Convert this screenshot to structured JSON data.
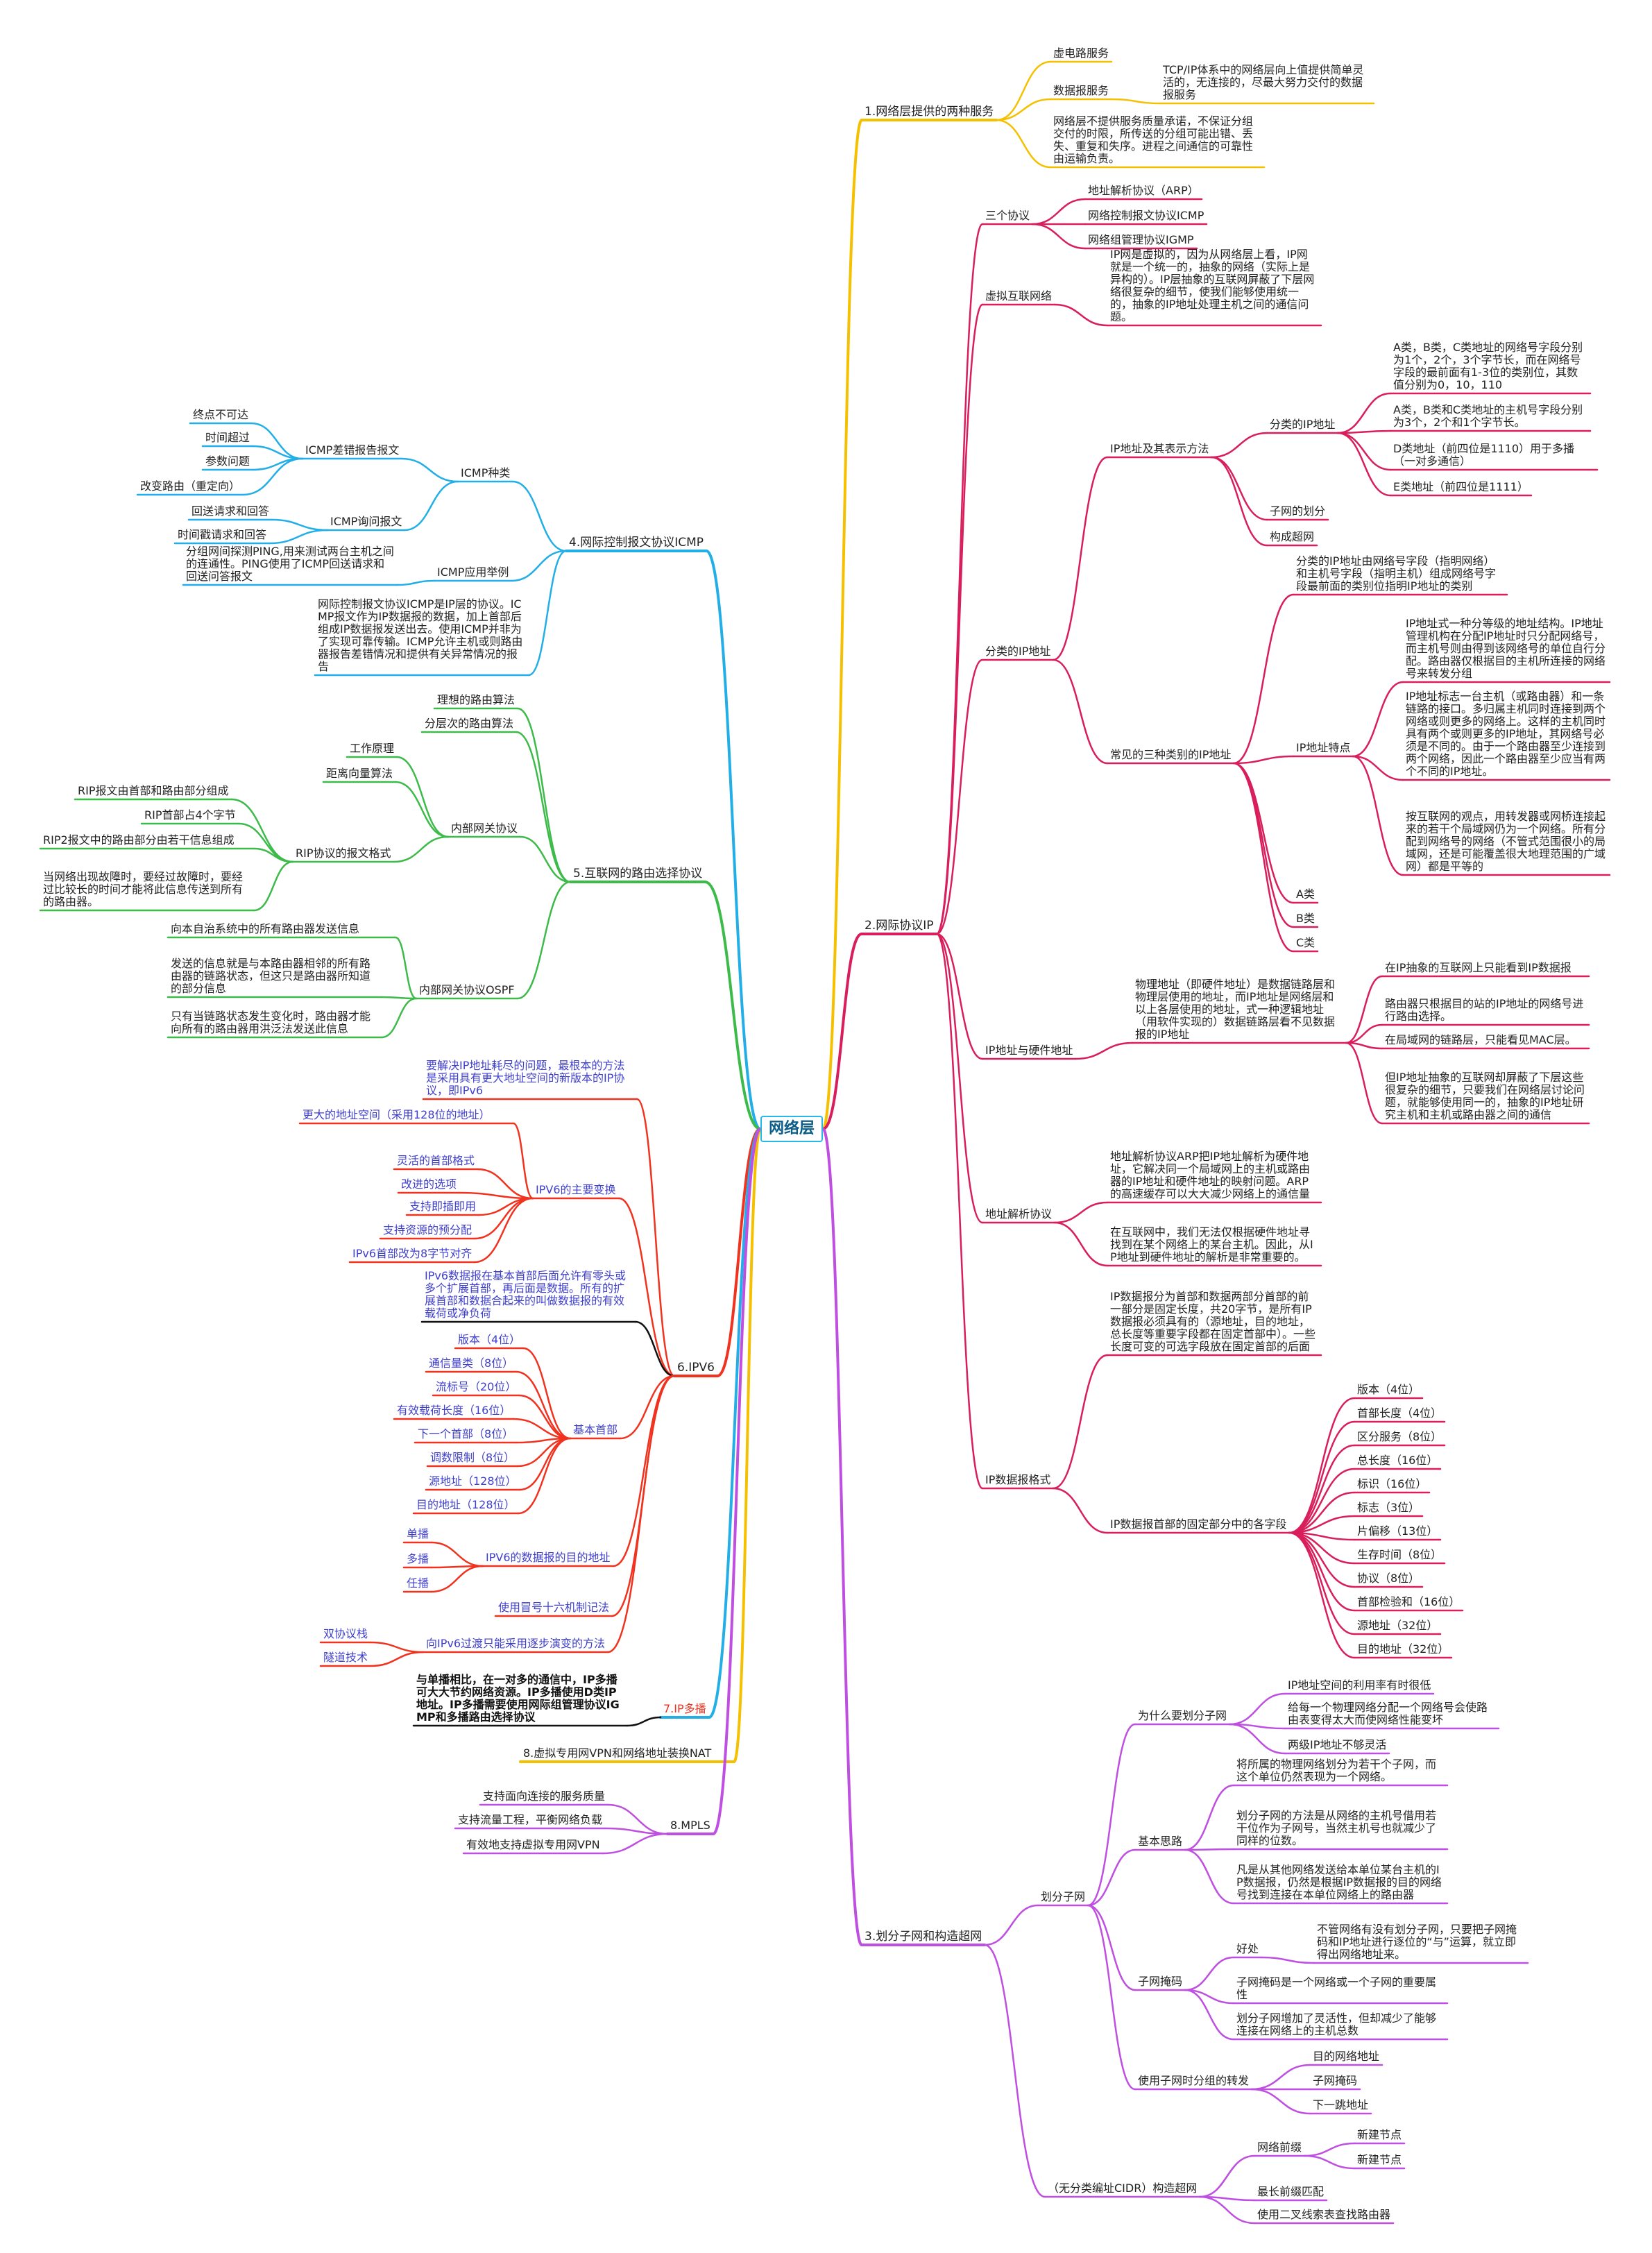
{
  "title": "网络层",
  "colors": {
    "yellow": "#f5c000",
    "crimson": "#d81e5b",
    "violet": "#bf4fe0",
    "cyan": "#22aee6",
    "green": "#3dbb4a",
    "red": "#f0321e",
    "black": "#111111"
  },
  "nodes": [
    {
      "id": "root",
      "text": "网络层"
    },
    {
      "id": "b1",
      "text": "1.网络层提供的两种服务"
    },
    {
      "id": "b1a",
      "text": "虚电路服务"
    },
    {
      "id": "b1b",
      "text": "数据报服务"
    },
    {
      "id": "b1b1",
      "text": "TCP/IP体系中的网络层向上值提供简单灵活的，无连接的，尽最大努力交付的数据报服务"
    },
    {
      "id": "b1c",
      "text": "网络层不提供服务质量承诺，不保证分组交付的时限，所传送的分组可能出错、丢失、重复和失序。进程之间通信的可靠性由运输负责。"
    },
    {
      "id": "b2",
      "text": "2.网际协议IP"
    },
    {
      "id": "b2a",
      "text": "三个协议"
    },
    {
      "id": "b2a1",
      "text": "地址解析协议（ARP）"
    },
    {
      "id": "b2a2",
      "text": "网络控制报文协议ICMP"
    },
    {
      "id": "b2a3",
      "text": "网络组管理协议IGMP"
    },
    {
      "id": "b2b",
      "text": "虚拟互联网络"
    },
    {
      "id": "b2b1",
      "text": "IP网是虚拟的，因为从网络层上看，IP网就是一个统一的，抽象的网络（实际上是异构的）。IP层抽象的互联网屏蔽了下层网络很复杂的细节，使我们能够使用统一的，抽象的IP地址处理主机之间的通信问题。"
    },
    {
      "id": "b2c",
      "text": "分类的IP地址"
    },
    {
      "id": "b2c1",
      "text": "IP地址及其表示方法"
    },
    {
      "id": "b2c1a",
      "text": "分类的IP地址"
    },
    {
      "id": "b2c1a1",
      "text": "A类，B类，C类地址的网络号字段分别为1个，2个，3个字节长，而在网络号字段的最前面有1-3位的类别位，其数值分别为0，10，110"
    },
    {
      "id": "b2c1a2",
      "text": "A类，B类和C类地址的主机号字段分别为3个，2个和1个字节长。"
    },
    {
      "id": "b2c1a3",
      "text": "D类地址（前四位是1110）用于多播（一对多通信）"
    },
    {
      "id": "b2c1a4",
      "text": "E类地址（前四位是1111）"
    },
    {
      "id": "b2c1b",
      "text": "子网的划分"
    },
    {
      "id": "b2c1c",
      "text": "构成超网"
    },
    {
      "id": "b2c2",
      "text": "常见的三种类别的IP地址"
    },
    {
      "id": "b2c2a",
      "text": "分类的IP地址由网络号字段（指明网络）和主机号字段（指明主机）组成网络号字段最前面的类别位指明IP地址的类别"
    },
    {
      "id": "b2c2b",
      "text": "IP地址特点"
    },
    {
      "id": "b2c2b1",
      "text": "IP地址式一种分等级的地址结构。IP地址管理机构在分配IP地址时只分配网络号，而主机号则由得到该网络号的单位自行分配。路由器仅根据目的主机所连接的网络号来转发分组"
    },
    {
      "id": "b2c2b2",
      "text": "IP地址标志一台主机（或路由器）和一条链路的接口。多归属主机同时连接到两个网络或则更多的网络上。这样的主机同时具有两个或则更多的IP地址，其网络号必须是不同的。由于一个路由器至少连接到两个网络，因此一个路由器至少应当有两个不同的IP地址。"
    },
    {
      "id": "b2c2b3",
      "text": "按互联网的观点，用转发器或网桥连接起来的若干个局域网仍为一个网络。所有分配到网络号的网络（不管式范围很小的局域网，还是可能覆盖很大地理范围的广域网）都是平等的"
    },
    {
      "id": "b2c2c",
      "text": "A类"
    },
    {
      "id": "b2c2d",
      "text": "B类"
    },
    {
      "id": "b2c2e",
      "text": "C类"
    },
    {
      "id": "b2d",
      "text": "IP地址与硬件地址"
    },
    {
      "id": "b2d1",
      "text": "物理地址（即硬件地址）是数据链路层和物理层使用的地址，而IP地址是网络层和以上各层使用的地址，式一种逻辑地址（用软件实现的）数据链路层看不见数据报的IP地址"
    },
    {
      "id": "b2d1a",
      "text": "在IP抽象的互联网上只能看到IP数据报"
    },
    {
      "id": "b2d1b",
      "text": "路由器只根据目的站的IP地址的网络号进行路由选择。"
    },
    {
      "id": "b2d1c",
      "text": "在局域网的链路层，只能看见MAC层。"
    },
    {
      "id": "b2d1d",
      "text": "但IP地址抽象的互联网却屏蔽了下层这些很复杂的细节，只要我们在网络层讨论问题，就能够使用同一的，抽象的IP地址研究主机和主机或路由器之间的通信"
    },
    {
      "id": "b2e",
      "text": "地址解析协议"
    },
    {
      "id": "b2e1",
      "text": "地址解析协议ARP把IP地址解析为硬件地址，它解决同一个局域网上的主机或路由器的IP地址和硬件地址的映射问题。ARP的高速缓存可以大大减少网络上的通信量"
    },
    {
      "id": "b2e2",
      "text": "在互联网中，我们无法仅根据硬件地址寻找到在某个网络上的某台主机。因此，从IP地址到硬件地址的解析是非常重要的。"
    },
    {
      "id": "b2f",
      "text": "IP数据报格式"
    },
    {
      "id": "b2f1",
      "text": "IP数据报分为首部和数据两部分首部的前一部分是固定长度，共20字节，是所有IP数据报必须具有的（源地址，目的地址，总长度等重要字段都在固定首部中）。一些长度可变的可选字段放在固定首部的后面"
    },
    {
      "id": "b2f2",
      "text": "IP数据报首部的固定部分中的各字段"
    },
    {
      "id": "b2f2a",
      "text": "版本（4位）"
    },
    {
      "id": "b2f2b",
      "text": "首部长度（4位）"
    },
    {
      "id": "b2f2c",
      "text": "区分服务（8位）"
    },
    {
      "id": "b2f2d",
      "text": "总长度（16位）"
    },
    {
      "id": "b2f2e",
      "text": "标识（16位）"
    },
    {
      "id": "b2f2f",
      "text": "标志（3位）"
    },
    {
      "id": "b2f2g",
      "text": "片偏移（13位）"
    },
    {
      "id": "b2f2h",
      "text": "生存时间（8位）"
    },
    {
      "id": "b2f2i",
      "text": "协议（8位）"
    },
    {
      "id": "b2f2j",
      "text": "首部检验和（16位）"
    },
    {
      "id": "b2f2k",
      "text": "源地址（32位）"
    },
    {
      "id": "b2f2l",
      "text": "目的地址（32位）"
    },
    {
      "id": "b3",
      "text": "3.划分子网和构造超网"
    },
    {
      "id": "b3a",
      "text": "划分子网"
    },
    {
      "id": "b3a1",
      "text": "为什么要划分子网"
    },
    {
      "id": "b3a1a",
      "text": "IP地址空间的利用率有时很低"
    },
    {
      "id": "b3a1b",
      "text": "给每一个物理网络分配一个网络号会使路由表变得太大而使网络性能变坏"
    },
    {
      "id": "b3a1c",
      "text": "两级IP地址不够灵活"
    },
    {
      "id": "b3a2",
      "text": "基本思路"
    },
    {
      "id": "b3a2a",
      "text": "将所属的物理网络划分为若干个子网，而这个单位仍然表现为一个网络。"
    },
    {
      "id": "b3a2b",
      "text": "划分子网的方法是从网络的主机号借用若干位作为子网号，当然主机号也就减少了同样的位数。"
    },
    {
      "id": "b3a2c",
      "text": "凡是从其他网络发送给本单位某台主机的IP数据报，仍然是根据IP数据报的目的网络号找到连接在本单位网络上的路由器"
    },
    {
      "id": "b3a3",
      "text": "子网掩码"
    },
    {
      "id": "b3a3a",
      "text": "好处"
    },
    {
      "id": "b3a3a1",
      "text": "不管网络有没有划分子网，只要把子网掩码和IP地址进行逐位的“与”运算，就立即得出网络地址来。"
    },
    {
      "id": "b3a3b",
      "text": "子网掩码是一个网络或一个子网的重要属性"
    },
    {
      "id": "b3a3c",
      "text": "划分子网增加了灵活性，但却减少了能够连接在网络上的主机总数"
    },
    {
      "id": "b3a4",
      "text": "使用子网时分组的转发"
    },
    {
      "id": "b3a4a",
      "text": "目的网络地址"
    },
    {
      "id": "b3a4b",
      "text": "子网掩码"
    },
    {
      "id": "b3a4c",
      "text": "下一跳地址"
    },
    {
      "id": "b3b",
      "text": "（无分类编址CIDR）构造超网"
    },
    {
      "id": "b3b1",
      "text": "网络前缀"
    },
    {
      "id": "b3b1a",
      "text": "新建节点"
    },
    {
      "id": "b3b1b",
      "text": "新建节点"
    },
    {
      "id": "b3b2",
      "text": "最长前缀匹配"
    },
    {
      "id": "b3b3",
      "text": "使用二叉线索表查找路由器"
    },
    {
      "id": "b4",
      "text": "4.网际控制报文协议ICMP"
    },
    {
      "id": "b4a",
      "text": "ICMP种类"
    },
    {
      "id": "b4a1",
      "text": "ICMP差错报告报文"
    },
    {
      "id": "b4a1a",
      "text": "终点不可达"
    },
    {
      "id": "b4a1b",
      "text": "时间超过"
    },
    {
      "id": "b4a1c",
      "text": "参数问题"
    },
    {
      "id": "b4a1d",
      "text": "改变路由（重定向）"
    },
    {
      "id": "b4a2",
      "text": "ICMP询问报文"
    },
    {
      "id": "b4a2a",
      "text": "回送请求和回答"
    },
    {
      "id": "b4a2b",
      "text": "时间戳请求和回答"
    },
    {
      "id": "b4b",
      "text": "ICMP应用举例"
    },
    {
      "id": "b4b1",
      "text": "分组网间探测PING,用来测试两台主机之间的连通性。PING使用了ICMP回送请求和回送问答报文"
    },
    {
      "id": "b4c",
      "text": "网际控制报文协议ICMP是IP层的协议。ICMP报文作为IP数据报的数据，加上首部后组成IP数据报发送出去。使用ICMP并非为了实现可靠传输。ICMP允许主机或则路由器报告差错情况和提供有关异常情况的报告"
    },
    {
      "id": "b5",
      "text": "5.互联网的路由选择协议"
    },
    {
      "id": "b5a",
      "text": "理想的路由算法"
    },
    {
      "id": "b5b",
      "text": "分层次的路由算法"
    },
    {
      "id": "b5c",
      "text": "内部网关协议"
    },
    {
      "id": "b5c1",
      "text": "工作原理"
    },
    {
      "id": "b5c2",
      "text": "距离向量算法"
    },
    {
      "id": "b5c3",
      "text": "RIP协议的报文格式"
    },
    {
      "id": "b5c3a",
      "text": "RIP报文由首部和路由部分组成"
    },
    {
      "id": "b5c3b",
      "text": "RIP首部占4个字节"
    },
    {
      "id": "b5c3c",
      "text": "RIP2报文中的路由部分由若干信息组成"
    },
    {
      "id": "b5c3d",
      "text": "当网络出现故障时，要经过故障时，要经过比较长的时间才能将此信息传送到所有的路由器。"
    },
    {
      "id": "b5d",
      "text": "内部网关协议OSPF"
    },
    {
      "id": "b5d1",
      "text": "向本自治系统中的所有路由器发送信息"
    },
    {
      "id": "b5d2",
      "text": "发送的信息就是与本路由器相邻的所有路由器的链路状态，但这只是路由器所知道的部分信息"
    },
    {
      "id": "b5d3",
      "text": "只有当链路状态发生变化时，路由器才能向所有的路由器用洪泛法发送此信息"
    },
    {
      "id": "b6",
      "text": "6.IPV6"
    },
    {
      "id": "b6a",
      "text": "要解决IP地址耗尽的问题，最根本的方法是采用具有更大地址空间的新版本的IP协议，即IPv6"
    },
    {
      "id": "b6b",
      "text": "IPV6的主要变换"
    },
    {
      "id": "b6b1",
      "text": "更大的地址空间（采用128位的地址）"
    },
    {
      "id": "b6b2",
      "text": "灵活的首部格式"
    },
    {
      "id": "b6b3",
      "text": "改进的选项"
    },
    {
      "id": "b6b4",
      "text": "支持即插即用"
    },
    {
      "id": "b6b5",
      "text": "支持资源的预分配"
    },
    {
      "id": "b6b6",
      "text": "IPv6首部改为8字节对齐"
    },
    {
      "id": "b6c",
      "text": "IPv6数据报在基本首部后面允许有零头或多个扩展首部，再后面是数据。所有的扩展首部和数据合起来的叫做数据报的有效载荷或净负荷"
    },
    {
      "id": "b6d",
      "text": "基本首部"
    },
    {
      "id": "b6d1",
      "text": "版本（4位）"
    },
    {
      "id": "b6d2",
      "text": "通信量类（8位）"
    },
    {
      "id": "b6d3",
      "text": "流标号（20位）"
    },
    {
      "id": "b6d4",
      "text": "有效载荷长度（16位）"
    },
    {
      "id": "b6d5",
      "text": "下一个首部（8位）"
    },
    {
      "id": "b6d6",
      "text": "调数限制（8位）"
    },
    {
      "id": "b6d7",
      "text": "源地址（128位）"
    },
    {
      "id": "b6d8",
      "text": "目的地址（128位）"
    },
    {
      "id": "b6e",
      "text": "IPV6的数据报的目的地址"
    },
    {
      "id": "b6e1",
      "text": "单播"
    },
    {
      "id": "b6e2",
      "text": "多播"
    },
    {
      "id": "b6e3",
      "text": "任播"
    },
    {
      "id": "b6f",
      "text": "使用冒号十六机制记法"
    },
    {
      "id": "b6g",
      "text": "向IPv6过渡只能采用逐步演变的方法"
    },
    {
      "id": "b6g1",
      "text": "双协议栈"
    },
    {
      "id": "b6g2",
      "text": "隧道技术"
    },
    {
      "id": "b7",
      "text": "7.IP多播"
    },
    {
      "id": "b7a",
      "text": "与单播相比，在一对多的通信中，IP多播可大大节约网络资源。IP多播使用D类IP地址。IP多播需要使用网际组管理协议IGMP和多播路由选择协议"
    },
    {
      "id": "b8",
      "text": "8.虚拟专用网VPN和网络地址装换NAT"
    },
    {
      "id": "b9",
      "text": "8.MPLS"
    },
    {
      "id": "b9a",
      "text": "支持面向连接的服务质量"
    },
    {
      "id": "b9b",
      "text": "支持流量工程，平衡网络负载"
    },
    {
      "id": "b9c",
      "text": "有效地支持虚拟专用网VPN"
    }
  ]
}
